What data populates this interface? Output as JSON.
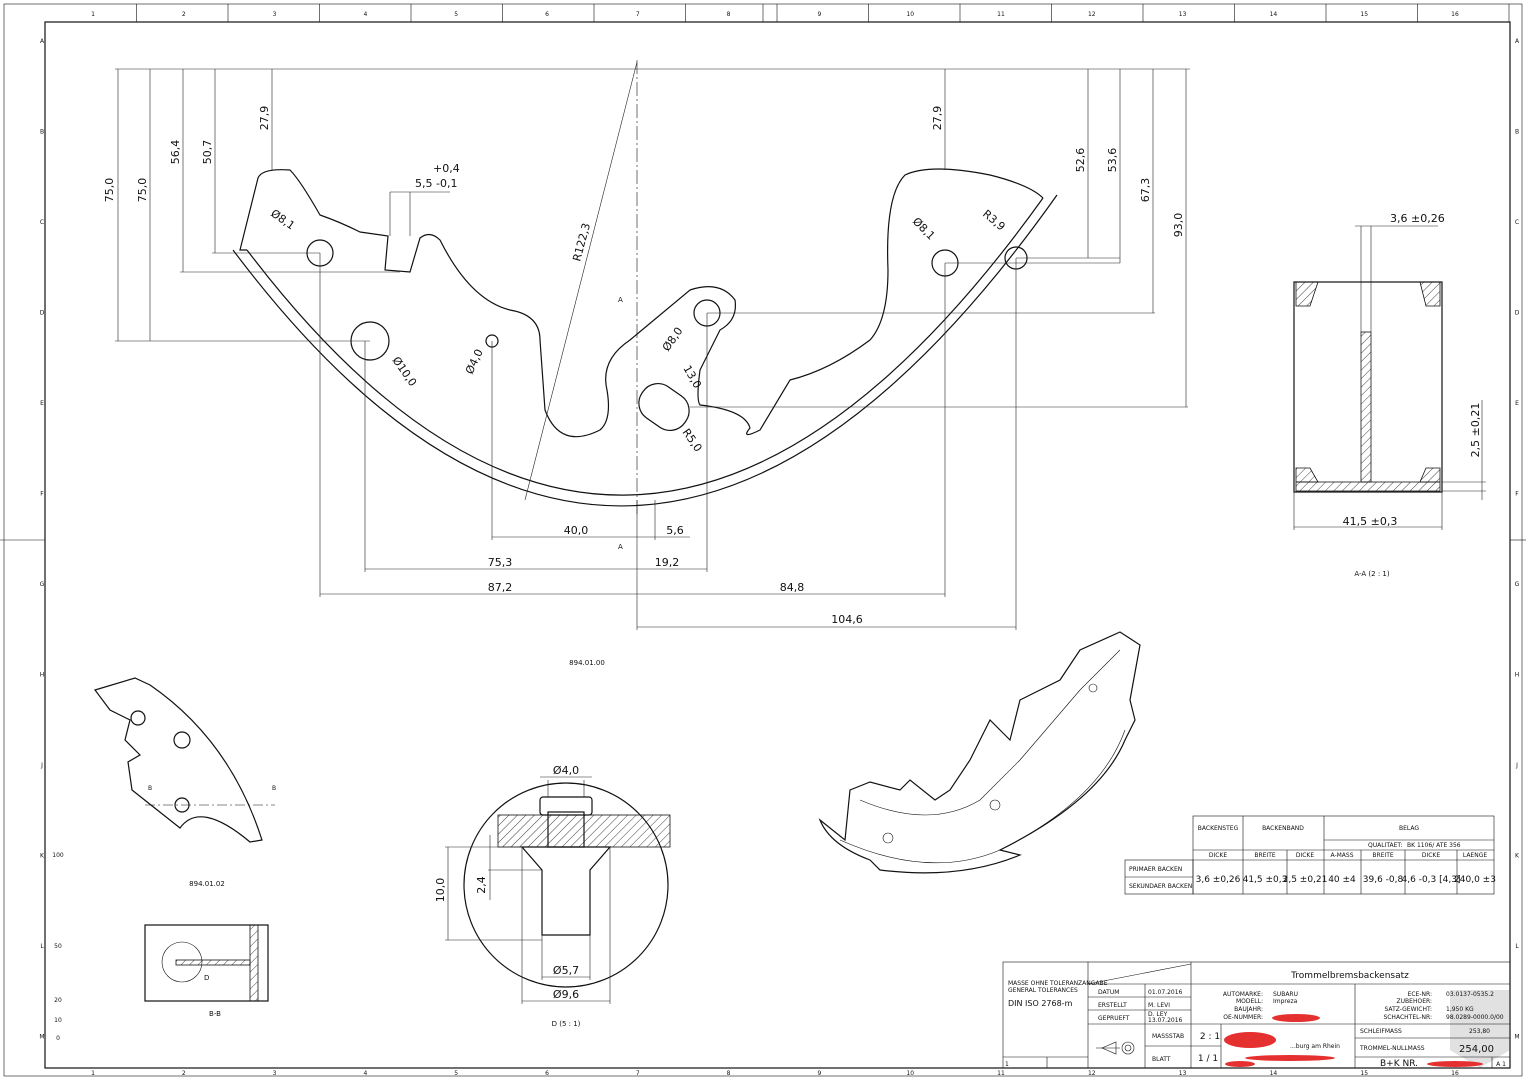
{
  "frame": {
    "columns": [
      "1",
      "2",
      "3",
      "4",
      "5",
      "6",
      "7",
      "8",
      "9",
      "10",
      "11",
      "12",
      "13",
      "14",
      "15",
      "16"
    ],
    "rows": [
      "A",
      "B",
      "C",
      "D",
      "E",
      "F",
      "G",
      "H",
      "J",
      "K",
      "L",
      "M"
    ],
    "scale_marks": [
      "100",
      "50",
      "20",
      "10",
      "0"
    ]
  },
  "main_view": {
    "part_number": "894.01.00",
    "section_marker": "A",
    "dims": {
      "h75a": "75,0",
      "h75b": "75,0",
      "h56": "56,4",
      "h50": "50,7",
      "h27l": "27,9",
      "tol_upper": "+0,4",
      "slot": "5,5 -0,1",
      "d81l": "Ø8,1",
      "d10": "Ø10,0",
      "d4": "Ø4,0",
      "r122": "R122,3",
      "d8": "Ø8,0",
      "w13": "13,0",
      "r5": "R5,0",
      "h27r": "27,9",
      "r39": "R3,9",
      "d81r": "Ø8,1",
      "h52": "52,6",
      "h53": "53,6",
      "h67": "67,3",
      "h93": "93,0",
      "x40": "40,0",
      "x56": "5,6",
      "x75": "75,3",
      "x19": "19,2",
      "x87": "87,2",
      "x84": "84,8",
      "x104": "104,6"
    }
  },
  "section_aa": {
    "dims": {
      "web": "3,6 ±0,26",
      "band": "2,5 ±0,21",
      "width": "41,5 ±0,3"
    },
    "label": "A-A  (2 : 1)"
  },
  "view_small": {
    "part_number": "894.01.02",
    "marker": "B"
  },
  "section_bb": {
    "label": "B-B",
    "detail_marker": "D"
  },
  "detail_d": {
    "dims": {
      "d4": "Ø4,0",
      "h10": "10,0",
      "h24": "2,4",
      "d57": "Ø5,7",
      "d96": "Ø9,6"
    },
    "label": "D  (5 : 1)"
  },
  "spec_table": {
    "groups": [
      "BACKENSTEG",
      "BACKENBAND",
      "BELAG"
    ],
    "quality_label": "QUALITAET:",
    "quality_value": "BK 1106/ ATE 356",
    "columns": [
      "DICKE",
      "BREITE",
      "DICKE",
      "A-MASS",
      "BREITE",
      "DICKE",
      "LAENGE"
    ],
    "rows": [
      "PRIMAER BACKEN",
      "SEKUNDAER BACKEN"
    ],
    "values": [
      "3,6  ±0,26",
      "41,5  ±0,3",
      "2,5  ±0,21",
      "40  ±4",
      "39,6  -0,8",
      "4,6  -0,3 [4,3]",
      "240,0 ±3"
    ]
  },
  "title_block": {
    "tolerance_title": "MASSE OHNE TOLERANZANGABE",
    "tolerance_sub": "GENERAL TOLERANCES",
    "tolerance_std": "DIN ISO 2768-m",
    "datum_label": "DATUM",
    "datum_value": "01.07.2016",
    "erstellt_label": "ERSTELLT",
    "erstellt_value": "M. LEVI",
    "geprueft_label": "GEPRUEFT",
    "geprueft_value": "D. LEY",
    "geprueft_date": "13.07.2016",
    "title": "Trommelbremsbackensatz",
    "automarke_label": "AUTOMARKE:",
    "automarke_value": "SUBARU",
    "modell_label": "MODELL:",
    "modell_value": "Impreza",
    "baujahr_label": "BAUJAHR:",
    "oe_label": "OE-NUMMER:",
    "ece_label": "ECE-NR:",
    "ece_value": "03.0137-0535.2",
    "zubehoer_label": "ZUBEHOER:",
    "gewicht_label": "SATZ-GEWICHT:",
    "gewicht_value": "1,950 KG",
    "schachtel_label": "SCHACHTEL-NR:",
    "schachtel_value": "98.0289-0000.0/00",
    "massstab_label": "MASSSTAB",
    "massstab_value": "2 : 1",
    "blatt_label": "BLATT",
    "blatt_value": "1 / 1",
    "address_partial": "...burg am Rhein",
    "schleifmass_label": "SCHLEIFMASS",
    "schleifmass_value": "253,80",
    "nullmass_label": "TROMMEL-NULLMASS",
    "nullmass_value": "254,00",
    "bk_label": "B+K NR.",
    "format": "A 1",
    "cell_1": "1"
  },
  "colors": {
    "line": "#111111",
    "redaction": "#e53030"
  }
}
